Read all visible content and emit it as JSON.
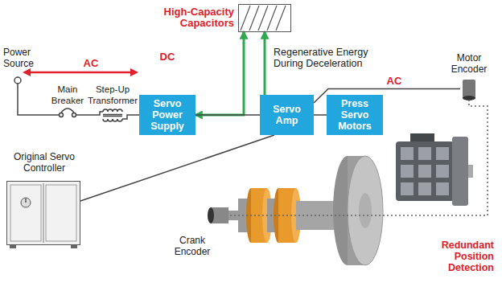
{
  "diagram": {
    "nodes": [
      {
        "text": [
          "High-Capacity Capacitors"
        ]
      },
      {
        "text": [
          "Motor Encoder"
        ]
      },
      {
        "text": [
          "Servo Power Supply"
        ]
      },
      {
        "text": [
          "Servo Amp"
        ]
      },
      {
        "text": [
          "Press Servo Motors"
        ]
      },
      {
        "text": [
          "Original Servo Controller"
        ]
      },
      {
        "text": [
          "Crank Encoder"
        ]
      }
    ],
    "edges": [
      {
        "from": 0,
        "to": 2,
        "arrow": "both"
      },
      {
        "from": 3,
        "to": 0,
        "arrow": "to"
      },
      {
        "from": 2,
        "to": 3,
        "arrow": "none"
      },
      {
        "from": 3,
        "to": 4,
        "arrow": "none"
      },
      {
        "from": 3,
        "to": 1,
        "arrow": "none",
        "label": "AC"
      },
      {
        "from": 5,
        "to": 3,
        "arrow": "none"
      },
      {
        "from": 1,
        "to": 6,
        "arrow": "none"
      }
    ],
    "labels": [
      "Power Source",
      "AC",
      "Main Breaker",
      "Step-Up Transformer",
      "DC",
      "Regenerative Energy During Deceleration",
      "Redundant Position Detection"
    ]
  }
}
